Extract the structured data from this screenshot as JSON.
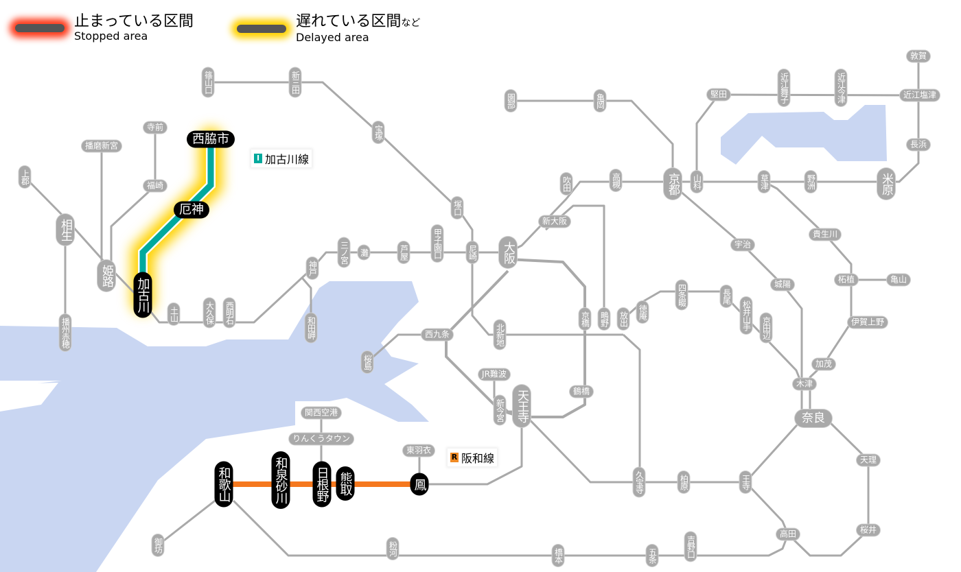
{
  "legend": {
    "stopped": {
      "ja": "止まっている区間",
      "en": "Stopped area",
      "color": "#ff3a1a"
    },
    "delayed": {
      "ja": "遅れている区間",
      "ja_suffix": "など",
      "en": "Delayed area",
      "color": "#ffd200"
    }
  },
  "routes": {
    "kakogawa": {
      "code": "I",
      "name": "加古川線",
      "color": "#00a99d",
      "status": "delayed"
    },
    "hanwa": {
      "code": "R",
      "name": "阪和線",
      "color": "#f08a24",
      "status": "delayed"
    }
  },
  "affected_stations": {
    "nishiwakishi": "西脇市",
    "yakujin": "厄神",
    "kakogawa": "加古川",
    "wakayama": "和歌山",
    "izumisunagawa": "和泉砂川",
    "hineno": "日根野",
    "kumatori": "熊取",
    "otori": "鳳"
  },
  "stations": {
    "sasayamaguchi": "篠山口",
    "shinsanda": "新三田",
    "takarazuka": "宝塚",
    "tsukaguchi": "塚口",
    "amagasaki": "尼崎",
    "koshienguchi": "甲子園口",
    "ashiya": "芦屋",
    "nada": "灘",
    "sannomiya": "三ノ宮",
    "kobe": "神戸",
    "wadamisaki": "和田岬",
    "nishiakashi": "西明石",
    "okubo": "大久保",
    "tsuchiyama": "土山",
    "teramae": "寺前",
    "harimashingu": "播磨新宮",
    "fukusaki": "福崎",
    "kamigori": "上郡",
    "aioi": "相生",
    "himeji": "姫路",
    "banshuako": "播州赤穂",
    "sonobe": "園部",
    "kameoka": "亀岡",
    "suita": "吹田",
    "takatsuki": "高槻",
    "shinosaka": "新大阪",
    "kyoto": "京都",
    "yamashina": "山科",
    "katata": "堅田",
    "omimaiko": "近江舞子",
    "omiimazu": "近江今津",
    "tsuruga": "敦賀",
    "omishiotsu": "近江塩津",
    "nagahama": "長浜",
    "maibara": "米原",
    "yasu": "野洲",
    "kusatsu": "草津",
    "uji": "宇治",
    "joyo": "城陽",
    "kibukawa": "貴生川",
    "tsuge": "柘植",
    "kameyama": "亀山",
    "igaueno": "伊賀上野",
    "kamo": "加茂",
    "kizu": "木津",
    "nara": "奈良",
    "tenri": "天理",
    "sakurai": "桜井",
    "takada": "高田",
    "oji": "王寺",
    "kashiwara": "柏原",
    "kyuhoji": "久宝寺",
    "tokuan": "徳庵",
    "shijonawate": "四条畷",
    "nagao": "長尾",
    "matsuiyamate": "松井山手",
    "kyotanabe": "京田辺",
    "hanaten": "放出",
    "shigino": "鴫野",
    "kyobashi": "京橋",
    "kitashinchi": "北新地",
    "osaka": "大阪",
    "nishikujo": "西九条",
    "sakurajima": "桜島",
    "jrnamba": "JR難波",
    "shinimamiya": "新今宮",
    "tennoji": "天王寺",
    "tsuruhashi": "鶴橋",
    "kansaiairport": "関西空港",
    "rinkutown": "りんくうタウン",
    "higashihagoromo": "東羽衣",
    "gobo": "御坊",
    "kokawa": "粉河",
    "hashimoto": "橋本",
    "gojo": "五条",
    "yoshinoguchi": "吉野口"
  }
}
